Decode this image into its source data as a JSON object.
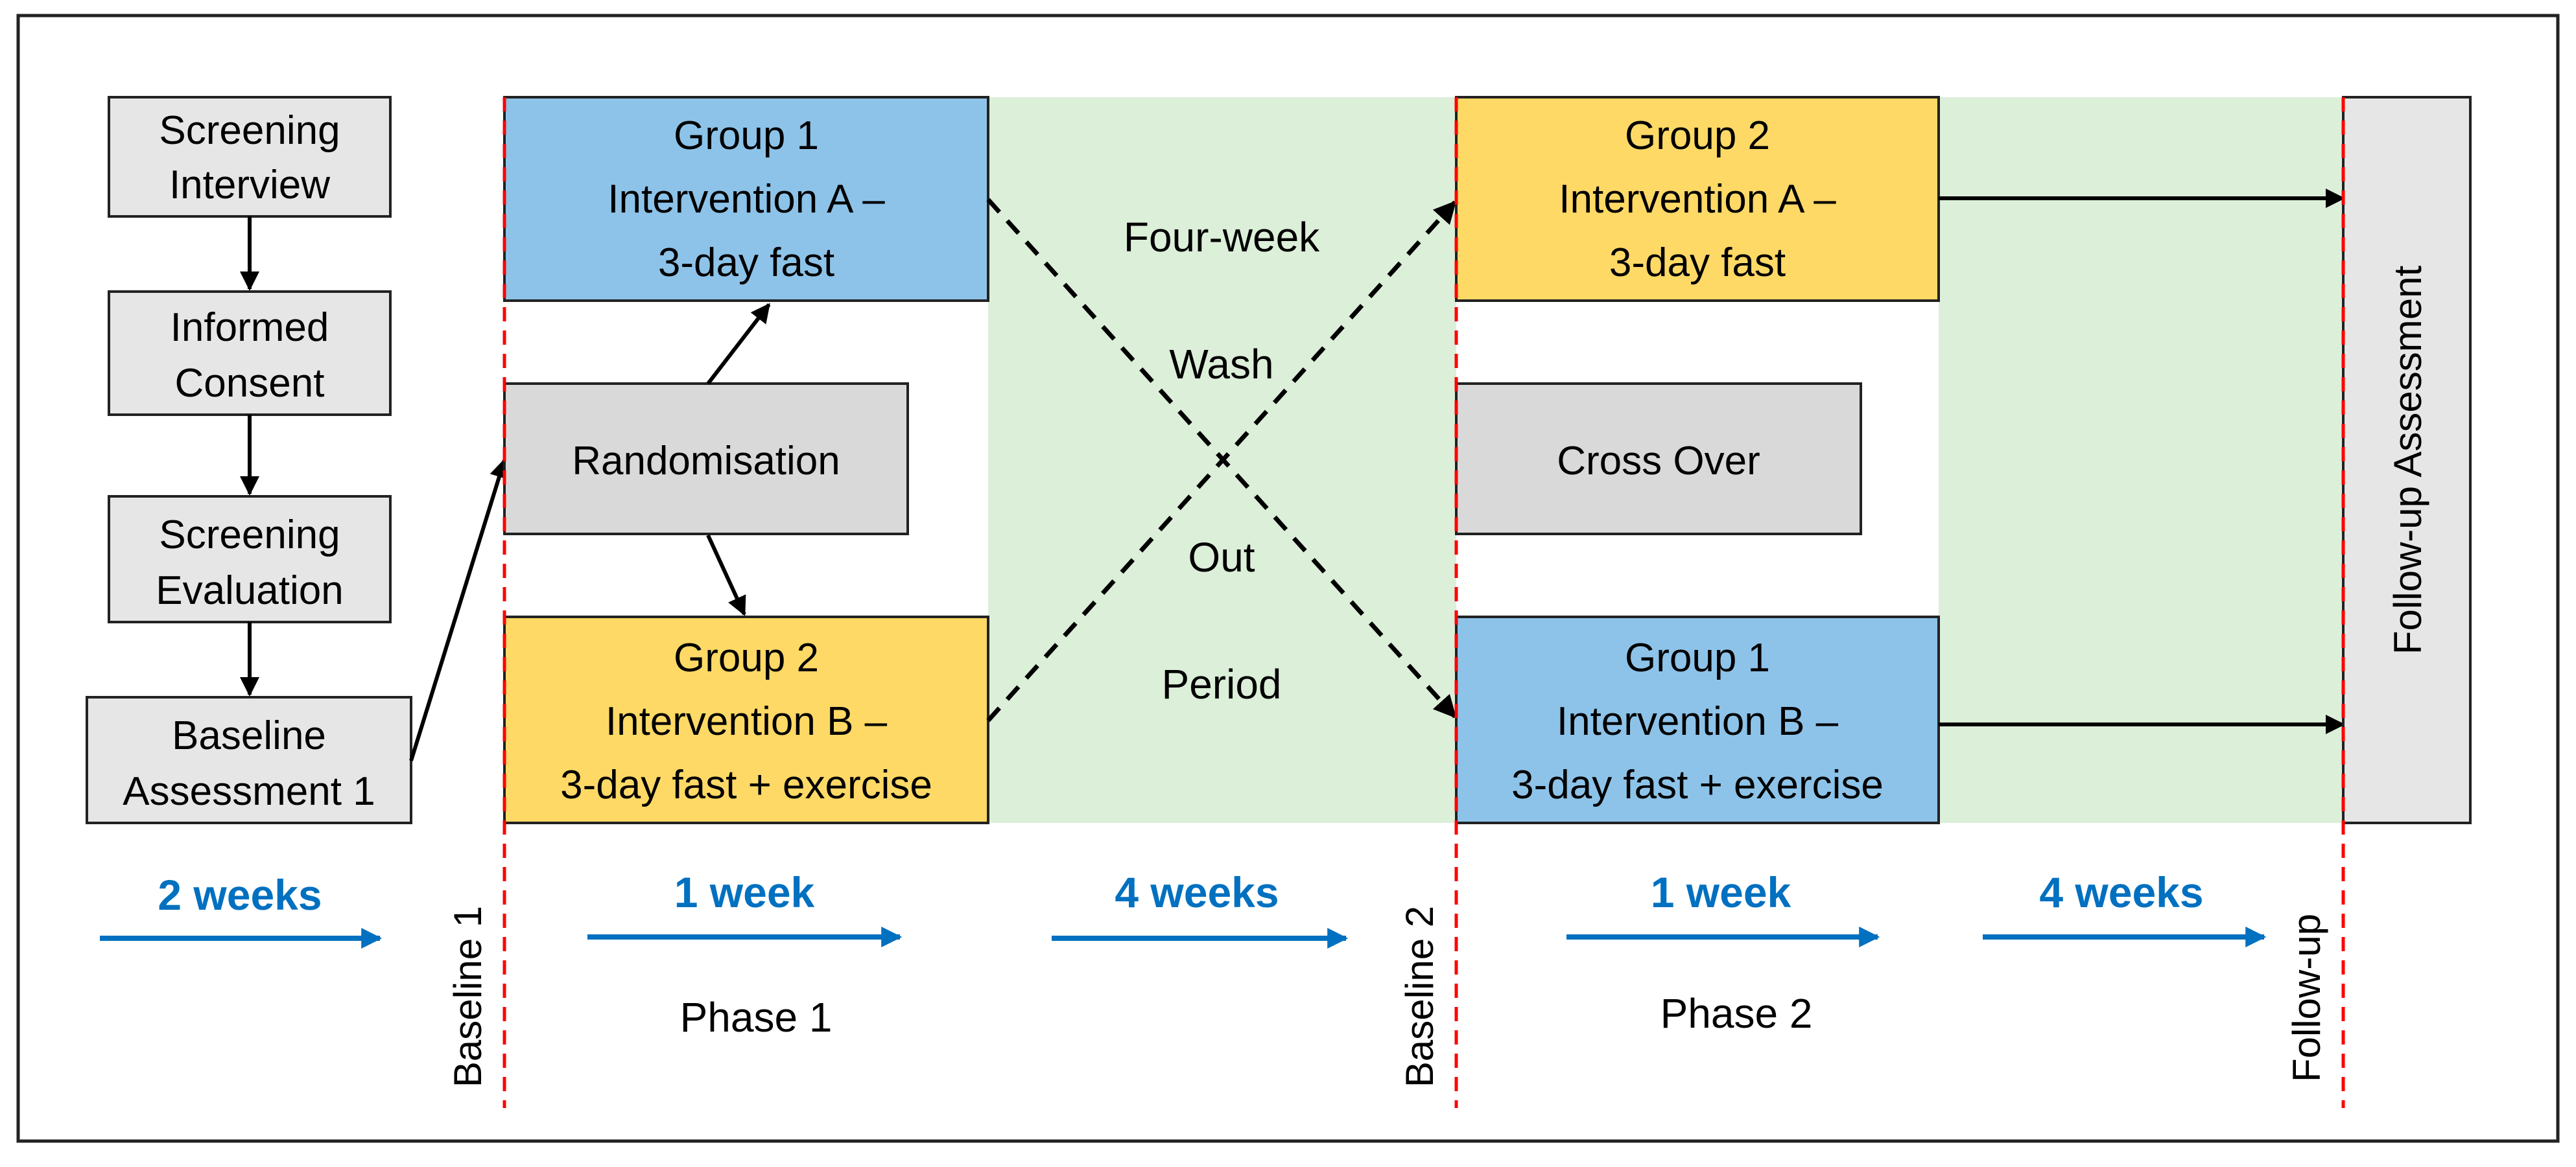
{
  "colors": {
    "group_1": "#8dc3e9",
    "group_2": "#ffd966",
    "neutral_box": "#d9d9d9",
    "washout_band": "#dcefd9",
    "timeline_arrow": "#0070c0",
    "timepoint_line": "#ff0000"
  },
  "screening_steps": [
    {
      "line1": "Screening",
      "line2": "Interview"
    },
    {
      "line1": "Informed",
      "line2": "Consent"
    },
    {
      "line1": "Screening",
      "line2": "Evaluation"
    },
    {
      "line1": "Baseline",
      "line2": "Assessment 1"
    }
  ],
  "randomisation": {
    "label": "Randomisation"
  },
  "cross_over": {
    "label": "Cross Over"
  },
  "phase1": {
    "group_a": {
      "line1": "Group 1",
      "line2": "Intervention A –",
      "line3": "3-day fast"
    },
    "group_b": {
      "line1": "Group 2",
      "line2": "Intervention B –",
      "line3": "3-day fast + exercise"
    }
  },
  "phase2": {
    "group_a": {
      "line1": "Group 2",
      "line2": "Intervention A –",
      "line3": "3-day fast"
    },
    "group_b": {
      "line1": "Group 1",
      "line2": "Intervention B –",
      "line3": "3-day fast + exercise"
    }
  },
  "washout": [
    "Four-week",
    "Wash",
    "Out",
    "Period"
  ],
  "follow_up_assessment": {
    "label": "Follow-up Assessment"
  },
  "timepoints": [
    "Baseline 1",
    "Baseline 2",
    "Follow-up"
  ],
  "durations": [
    "2 weeks",
    "1 week",
    "4 weeks",
    "1 week",
    "4 weeks"
  ],
  "phases": [
    "Phase 1",
    "Phase 2"
  ]
}
